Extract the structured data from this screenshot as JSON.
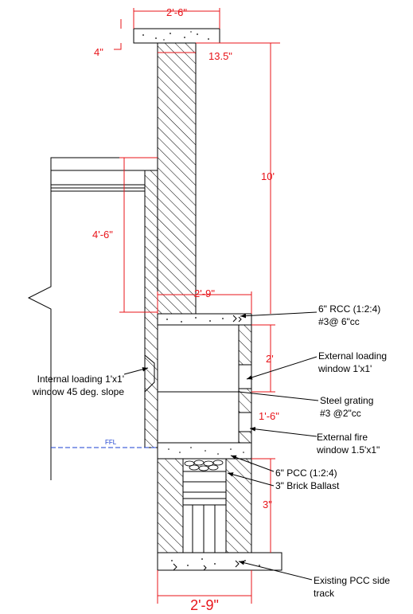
{
  "colors": {
    "dimension": "#e8141a",
    "line": "#000000",
    "ffl": "#1a3fd0",
    "background": "#ffffff"
  },
  "dimensions": {
    "top_cap_width": "2'-6\"",
    "top_cap_thickness": "4\"",
    "wall_thickness": "13.5\"",
    "chimney_height": "10'",
    "roof_height": "4'-6\"",
    "chamber_width": "2'-9\"",
    "loading_window_height": "2'",
    "fire_window_height": "1'-6\"",
    "foundation_depth": "3\"",
    "base_width": "2'-9\""
  },
  "labels": {
    "rcc": [
      "6\" RCC (1:2:4)",
      "#3@ 6\"cc"
    ],
    "ext_loading": [
      "External loading",
      "window 1'x1'"
    ],
    "int_loading": [
      "Internal loading 1'x1'",
      "window 45 deg. slope"
    ],
    "grating": [
      "Steel grating",
      "#3 @2\"cc"
    ],
    "ext_fire": [
      "External fire",
      "window 1.5'x1\""
    ],
    "pcc": "6\" PCC (1:2:4)",
    "brick": "3\" Brick Ballast",
    "existing": [
      "Existing PCC side",
      "track"
    ],
    "ffl": "FFL"
  }
}
